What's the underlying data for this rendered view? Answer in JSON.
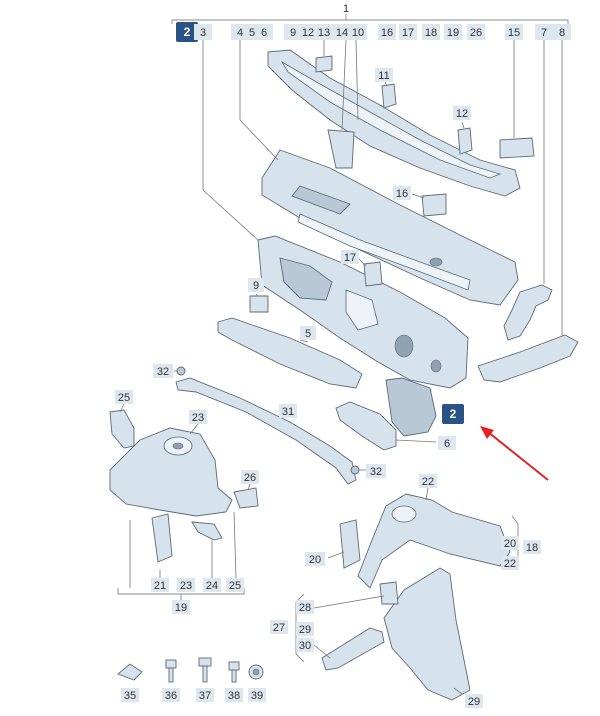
{
  "diagram": {
    "top_labels": [
      "3",
      "4",
      "5",
      "6",
      "9",
      "12",
      "13",
      "14",
      "10",
      "16",
      "17",
      "18",
      "19",
      "26",
      "15",
      "7",
      "8"
    ],
    "top_assembly": "1",
    "highlight_top": "2",
    "highlight_callout": "2",
    "labels": {
      "p11": "11",
      "p12b": "12",
      "p16": "16",
      "p17": "17",
      "p9": "9",
      "p5": "5",
      "p32a": "32",
      "p25a": "25",
      "p23a": "23",
      "p31": "31",
      "p26b": "26",
      "p32b": "32",
      "p6": "6",
      "p22a": "22",
      "p20a": "20",
      "p18": "18",
      "p22b": "22",
      "p20b": "20",
      "p21": "21",
      "p23b": "23",
      "p24": "24",
      "p25b": "25",
      "p19": "19",
      "p28": "28",
      "p27": "27",
      "p29a": "29",
      "p30": "30",
      "p29b": "29",
      "p35": "35",
      "p36": "36",
      "p37": "37",
      "p38": "38",
      "p39": "39"
    },
    "colors": {
      "highlight": "#2b5285",
      "arrow": "#e02424",
      "part": "#d7e3ec"
    }
  }
}
